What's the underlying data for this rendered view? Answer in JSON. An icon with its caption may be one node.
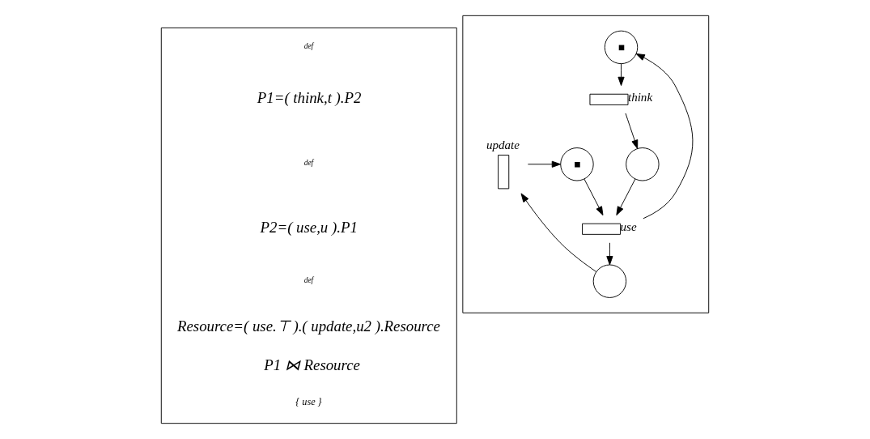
{
  "diagram": {
    "nodes": [
      {
        "text": [],
        "shape": "box"
      },
      {
        "text": [],
        "shape": "box"
      },
      {
        "text": [],
        "shape": "circle",
        "in": 1
      },
      {
        "text": [],
        "shape": "box",
        "beside": [
          "think"
        ],
        "in": 1
      },
      {
        "text": [],
        "shape": "circle",
        "in": 1
      },
      {
        "text": [],
        "shape": "circle",
        "in": 1
      },
      {
        "text": [],
        "shape": "bar",
        "beside": [
          "update"
        ],
        "in": 1
      },
      {
        "text": [],
        "shape": "box",
        "beside": [
          "use"
        ],
        "in": 1
      },
      {
        "text": [],
        "shape": "circle",
        "in": 1
      }
    ],
    "edges": [
      {
        "from": 2,
        "to": 3,
        "arrow": "to"
      },
      {
        "from": 3,
        "to": 4,
        "arrow": "to"
      },
      {
        "from": 4,
        "to": 7,
        "arrow": "to"
      },
      {
        "from": 5,
        "to": 7,
        "arrow": "to"
      },
      {
        "from": 7,
        "to": 2,
        "arrow": "to"
      },
      {
        "from": 7,
        "to": 8,
        "arrow": "to"
      },
      {
        "from": 8,
        "to": 6,
        "arrow": "to"
      },
      {
        "from": 6,
        "to": 5,
        "arrow": "to"
      }
    ],
    "labels": [
      "def",
      "P1=( think,t ).P2",
      "def",
      "P2=( use,u ).P1",
      "def",
      "Resource=( use.⊤ ).( update,u2 ).Resource",
      "P1 ⋈ Resource",
      "{ use }"
    ]
  }
}
